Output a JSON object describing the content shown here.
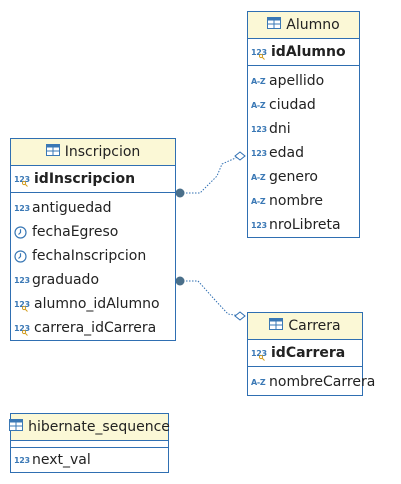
{
  "entities": {
    "alumno": {
      "name": "Alumno",
      "pk": {
        "type": "123",
        "name": "idAlumno"
      },
      "columns": [
        {
          "type": "A-Z",
          "name": "apellido"
        },
        {
          "type": "A-Z",
          "name": "ciudad"
        },
        {
          "type": "123",
          "name": "dni"
        },
        {
          "type": "123",
          "name": "edad"
        },
        {
          "type": "A-Z",
          "name": "genero"
        },
        {
          "type": "A-Z",
          "name": "nombre"
        },
        {
          "type": "123",
          "name": "nroLibreta"
        }
      ]
    },
    "inscripcion": {
      "name": "Inscripcion",
      "pk": {
        "type": "123",
        "name": "idInscripcion"
      },
      "columns": [
        {
          "type": "123",
          "name": "antiguedad"
        },
        {
          "type": "clock-icon",
          "name": "fechaEgreso"
        },
        {
          "type": "clock-icon",
          "name": "fechaInscripcion"
        },
        {
          "type": "123",
          "name": "graduado"
        },
        {
          "type": "123-fk",
          "name": "alumno_idAlumno"
        },
        {
          "type": "123-fk",
          "name": "carrera_idCarrera"
        }
      ]
    },
    "carrera": {
      "name": "Carrera",
      "pk": {
        "type": "123",
        "name": "idCarrera"
      },
      "columns": [
        {
          "type": "A-Z",
          "name": "nombreCarrera"
        }
      ]
    },
    "hibernate_sequence": {
      "name": "hibernate_sequence",
      "columns": [
        {
          "type": "123",
          "name": "next_val"
        }
      ]
    }
  },
  "relations": [
    {
      "from": "inscripcion.alumno_idAlumno",
      "to": "alumno.idAlumno"
    },
    {
      "from": "inscripcion.carrera_idCarrera",
      "to": "carrera.idCarrera"
    }
  ],
  "colors": {
    "border": "#2f6fb2",
    "header": "#fbf8d6",
    "link": "#2f6fb2"
  }
}
